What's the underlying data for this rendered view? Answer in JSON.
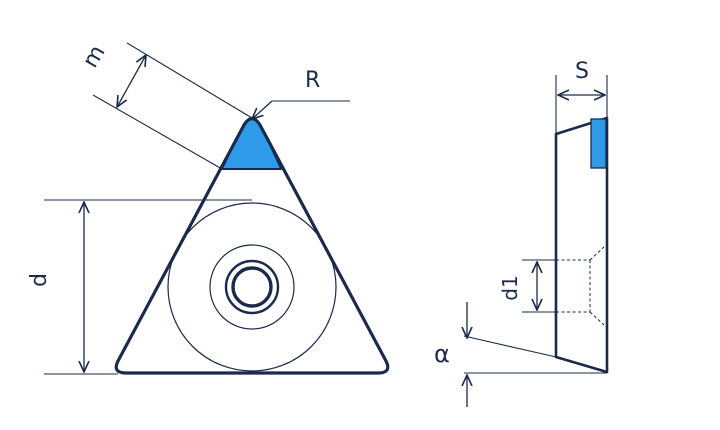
{
  "labels": {
    "m": "m",
    "r": "R",
    "s": "S",
    "d": "d",
    "d1": "d1",
    "alpha": "α"
  },
  "colors": {
    "outline": "#1b2a4a",
    "accent": "#2f9be8",
    "dimension": "#1b2a4a",
    "background": "#ffffff"
  },
  "icons": [
    "triangular-insert-top-view",
    "insert-side-section"
  ]
}
